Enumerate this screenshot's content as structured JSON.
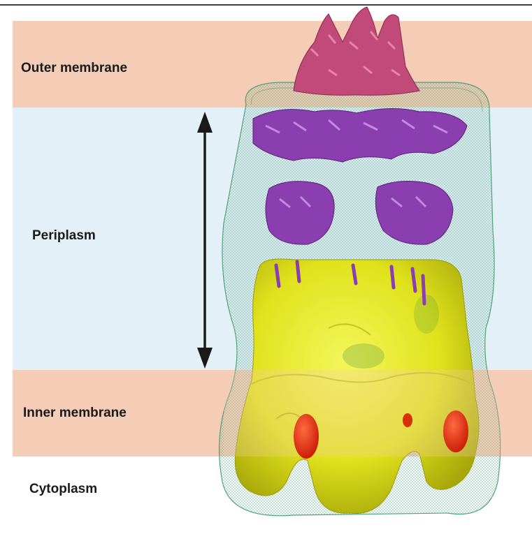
{
  "regions": {
    "outer_membrane": "Outer membrane",
    "periplasm": "Periplasm",
    "inner_membrane": "Inner membrane",
    "cytoplasm": "Cytoplasm"
  },
  "colors": {
    "membrane": "#f5cdb6",
    "periplasm": "#e4f0f8",
    "cytoplasm": "#ffffff",
    "mesh": "#3c9a6e",
    "outer_protein": "#c24a78",
    "periplasmic_protein": "#8a3eb0",
    "inner_complex": "#e4e51e",
    "red_subunit": "#e52a0c",
    "arrow": "#1a1a1a"
  }
}
